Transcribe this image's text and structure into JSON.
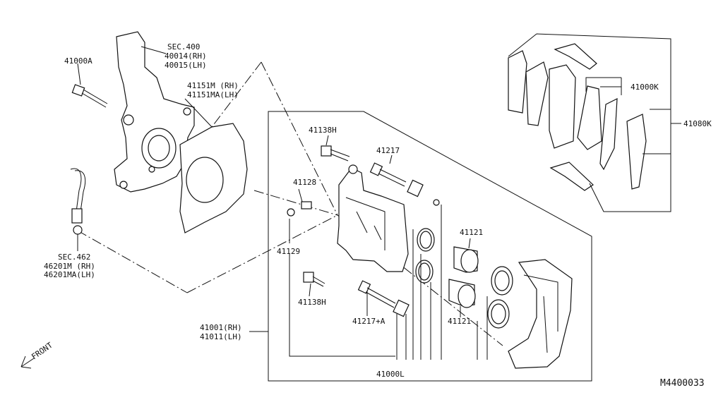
{
  "labels": {
    "knuckle_sec": "SEC.400",
    "knuckle_rh": "40014(RH)",
    "knuckle_lh": "40015(LH)",
    "bolt_41000a": "41000A",
    "plate_rh": "41151M (RH)",
    "plate_lh": "41151MA(LH)",
    "hose_sec": "SEC.462",
    "hose_rh": "46201M (RH)",
    "hose_lh": "46201MA(LH)",
    "bolt_top": "41138H",
    "pin_top": "41217",
    "bleeder": "41128",
    "cap": "41129",
    "bolt_bottom": "41138H",
    "pin_bottom": "41217+A",
    "piston_top": "41121",
    "piston_bottom": "41121",
    "caliper_rh": "41001(RH)",
    "caliper_lh": "41011(LH)",
    "seal_kit": "41000L",
    "pad_kit": "41000K",
    "hardware_kit": "41080K",
    "front": "FRONT",
    "diagram_code": "M4400033"
  }
}
